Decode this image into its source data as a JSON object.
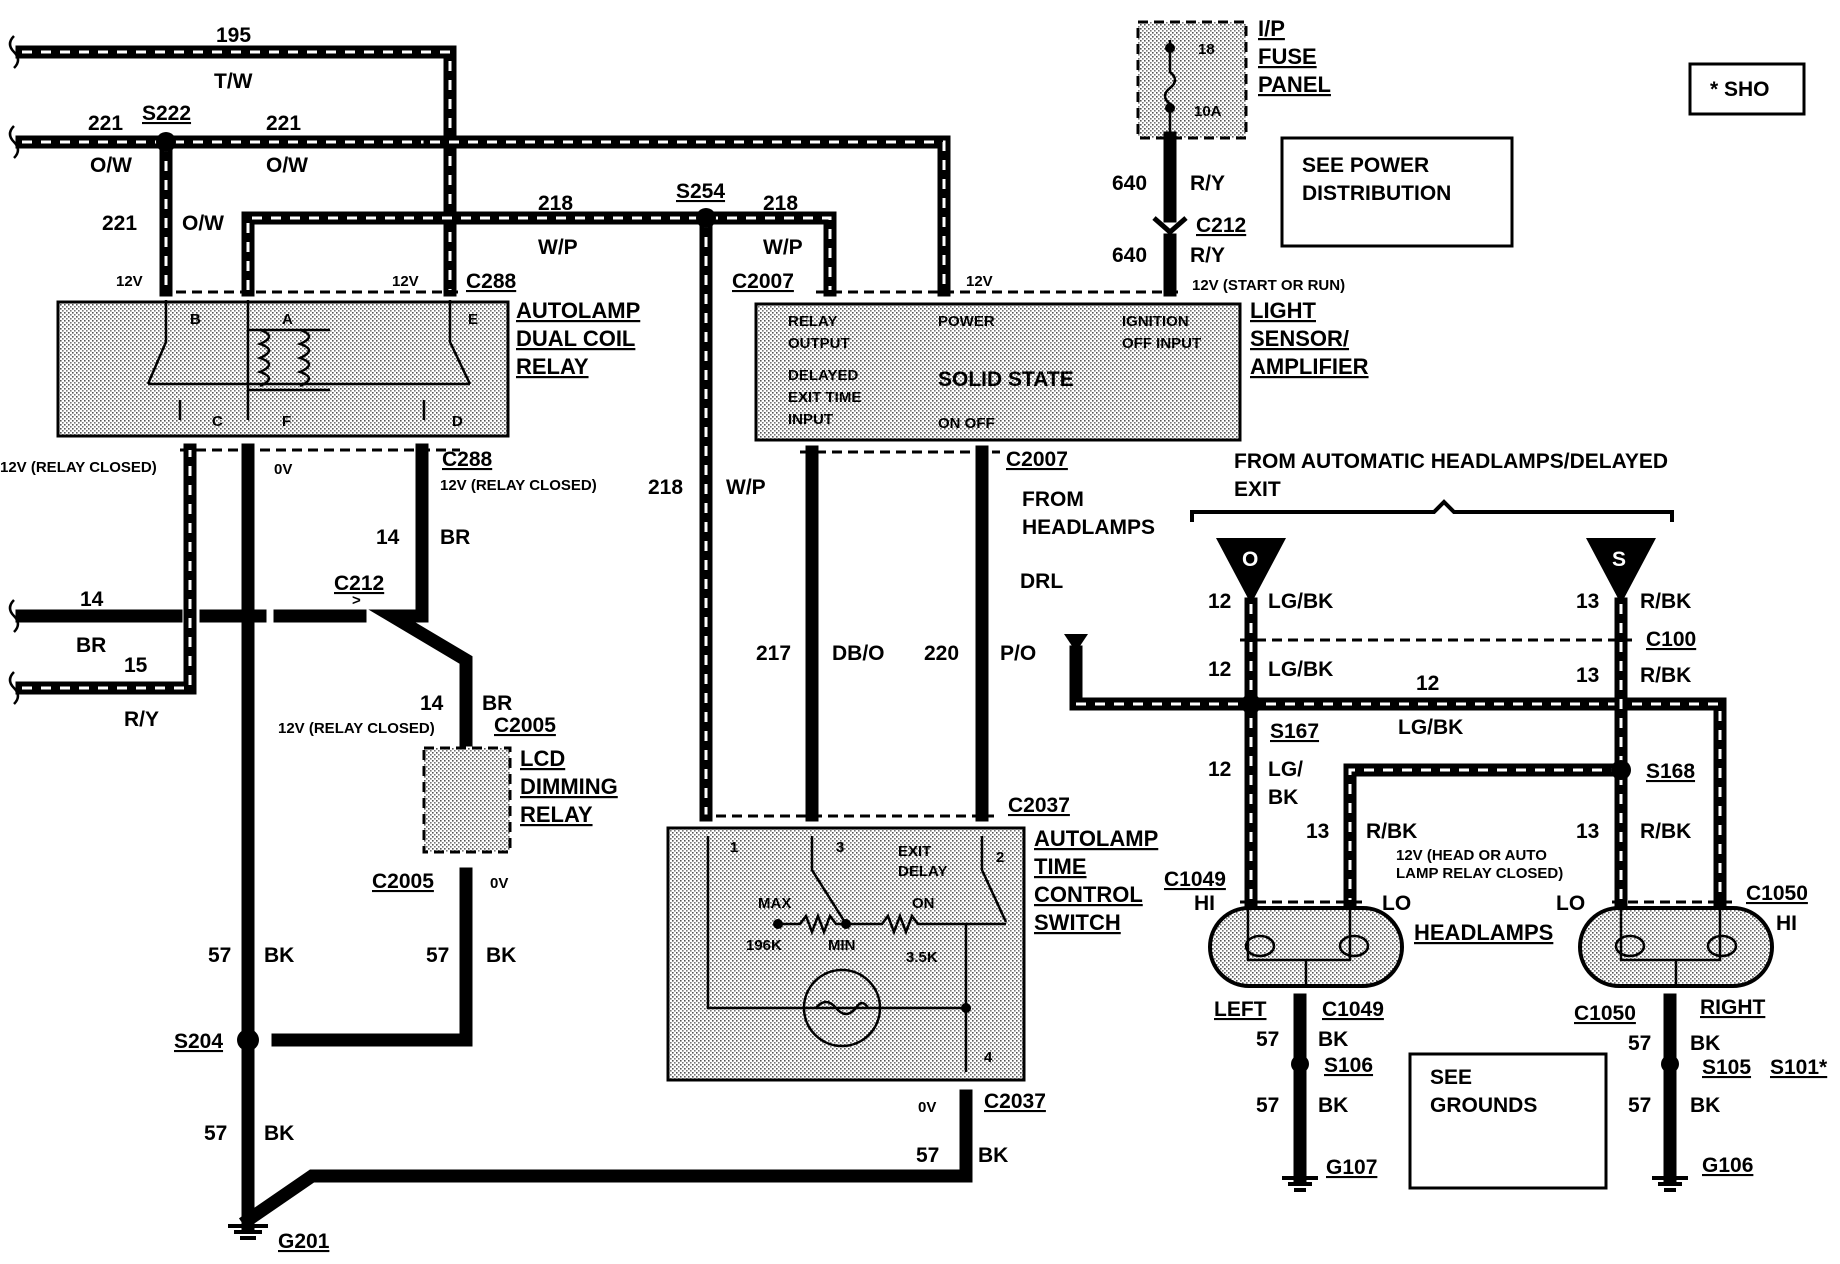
{
  "corner_note": "* SHO",
  "see_power": [
    "SEE POWER",
    "DISTRIBUTION"
  ],
  "see_grounds": [
    "SEE",
    "GROUNDS"
  ],
  "fuse_panel": {
    "title": [
      "I/P",
      "FUSE",
      "PANEL"
    ],
    "number": "18",
    "rating": "10A"
  },
  "wires": {
    "w195": {
      "num": "195",
      "color": "T/W"
    },
    "w221": {
      "num": "221",
      "color": "O/W"
    },
    "w218": {
      "num": "218",
      "color": "W/P"
    },
    "w640": {
      "num": "640",
      "color": "R/Y"
    },
    "w14": {
      "num": "14",
      "color": "BR"
    },
    "w15": {
      "num": "15",
      "color": "R/Y"
    },
    "w57": {
      "num": "57",
      "color": "BK"
    },
    "w217": {
      "num": "217",
      "color": "DB/O"
    },
    "w220": {
      "num": "220",
      "color": "P/O"
    },
    "w12": {
      "num": "12",
      "color": "LG/BK",
      "color_split": [
        "LG/",
        "BK"
      ]
    },
    "w13": {
      "num": "13",
      "color": "R/BK"
    }
  },
  "splices": {
    "s222": "S222",
    "s254": "S254",
    "s204": "S204",
    "s167": "S167",
    "s168": "S168",
    "s106": "S106",
    "s105": "S105",
    "s101": "S101*"
  },
  "connectors": {
    "c288": "C288",
    "c2007": "C2007",
    "c212": "C212",
    "c2005": "C2005",
    "c2037": "C2037",
    "c100": "C100",
    "c1049": "C1049",
    "c1050": "C1050"
  },
  "grounds": {
    "g201": "G201",
    "g107": "G107",
    "g106": "G106"
  },
  "voltages": {
    "v12": "12V",
    "v0": "0V",
    "relay_closed": "12V (RELAY CLOSED)",
    "start_run": "12V (START OR RUN)",
    "head_auto": [
      "12V (HEAD OR AUTO",
      "LAMP RELAY CLOSED)"
    ]
  },
  "autolamp_relay": {
    "title": [
      "AUTOLAMP",
      "DUAL COIL",
      "RELAY"
    ],
    "pins": [
      "B",
      "A",
      "E",
      "C",
      "F",
      "D"
    ]
  },
  "sensor": {
    "title": [
      "LIGHT",
      "SENSOR/",
      "AMPLIFIER"
    ],
    "relay_output": [
      "RELAY",
      "OUTPUT"
    ],
    "power": "POWER",
    "ignition": [
      "IGNITION",
      "OFF INPUT"
    ],
    "delayed": [
      "DELAYED",
      "EXIT TIME",
      "INPUT"
    ],
    "solid_state": "SOLID STATE",
    "on_off": "ON  OFF"
  },
  "lcd_relay": {
    "title": [
      "LCD",
      "DIMMING",
      "RELAY"
    ]
  },
  "time_switch": {
    "title": [
      "AUTOLAMP",
      "TIME",
      "CONTROL",
      "SWITCH"
    ],
    "pins": [
      "1",
      "3",
      "2",
      "4"
    ],
    "exit_delay": [
      "EXIT",
      "DELAY"
    ],
    "max": "MAX",
    "min": "MIN",
    "on": "ON",
    "r196k": "196K",
    "r35k": "3.5K"
  },
  "headlamps": {
    "title": "HEADLAMPS",
    "from_auto": [
      "FROM AUTOMATIC HEADLAMPS/DELAYED",
      "EXIT"
    ],
    "from_headlamps": [
      "FROM",
      "HEADLAMPS"
    ],
    "drl": "DRL",
    "tri_left": "O",
    "tri_right": "S",
    "hi": "HI",
    "lo": "LO",
    "left": "LEFT",
    "right": "RIGHT"
  }
}
